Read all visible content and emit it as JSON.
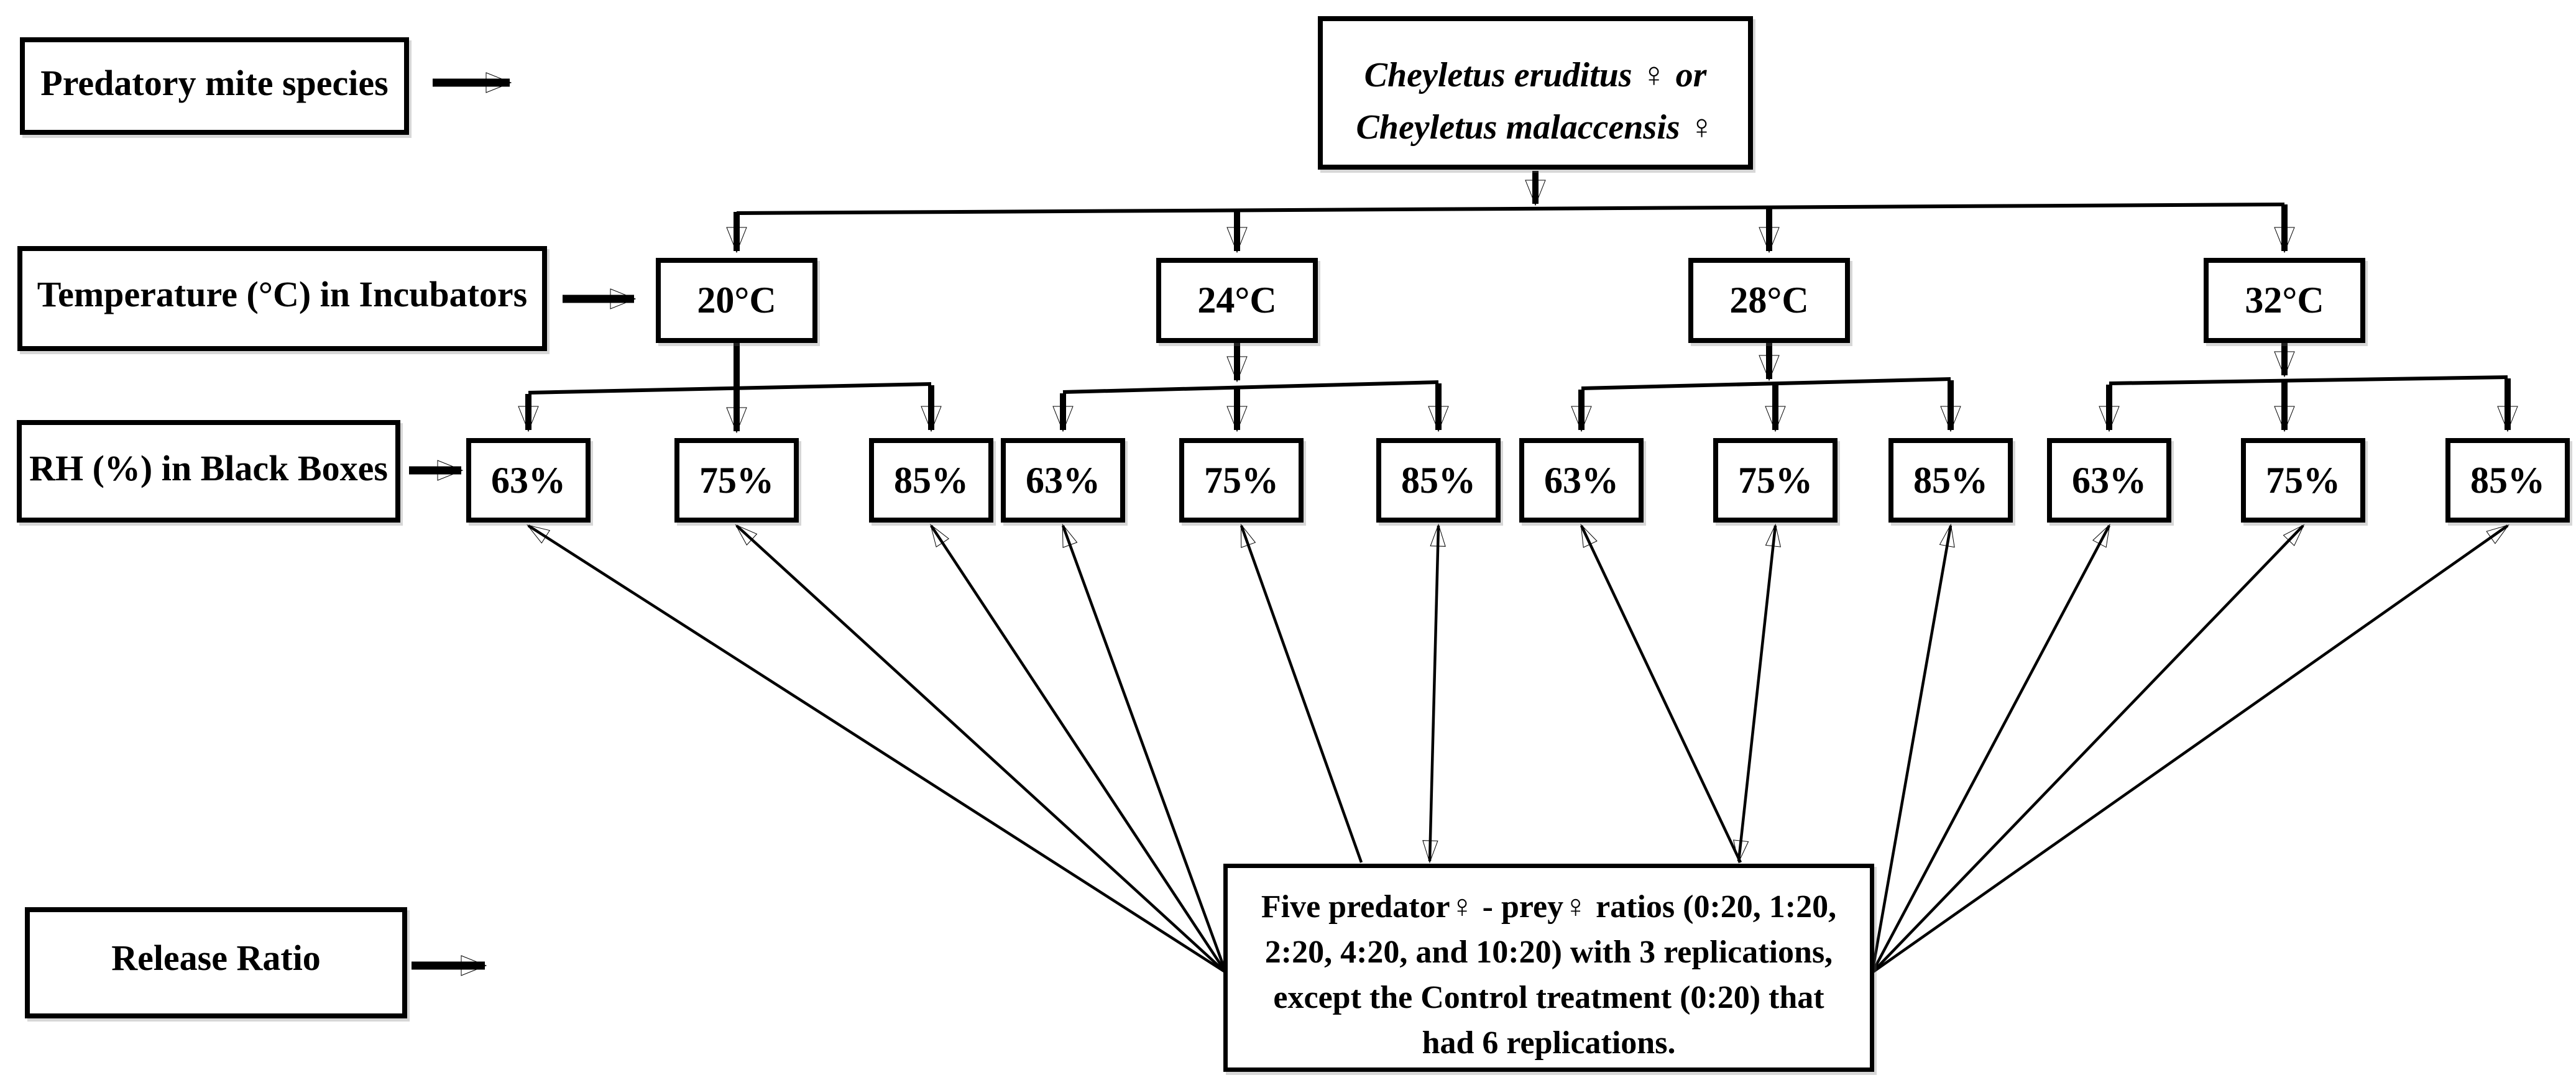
{
  "figure": {
    "row_labels": {
      "predator": "Predatory mite species",
      "temperature": "Temperature (°C) in Incubators",
      "rh": "RH (%) in Black Boxes",
      "release": "Release Ratio"
    },
    "species": {
      "line1": "Cheyletus eruditus ♀ or",
      "line2": "Cheyletus malaccensis ♀"
    },
    "temperatures": [
      "20°C",
      "24°C",
      "28°C",
      "32°C"
    ],
    "rh_levels": [
      "63%",
      "75%",
      "85%",
      "63%",
      "75%",
      "85%",
      "63%",
      "75%",
      "85%",
      "63%",
      "75%",
      "85%"
    ],
    "release_note_lines": [
      "Five predator♀ - prey♀ ratios (0:20, 1:20,",
      "2:20, 4:20, and 10:20) with 3 replications,",
      "except the Control treatment (0:20) that",
      "had 6 replications."
    ]
  },
  "colors": {
    "ink": "#000000",
    "background": "#ffffff"
  }
}
